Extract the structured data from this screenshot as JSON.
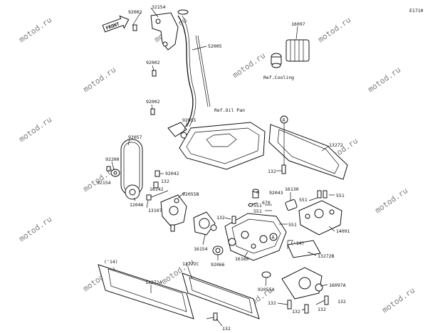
{
  "diagram_code": "E1710",
  "front_label": "FRONT",
  "watermark": "motod.ru",
  "references": {
    "cooling": "Ref.Cooling",
    "oil_pan": "Ref.Oil Pan",
    "year_a": "('14)",
    "year_b": "('14)"
  },
  "callouts": {
    "circle_a1": "A",
    "circle_a2": "A"
  },
  "parts": {
    "p92002a": "92002",
    "p32154": "32154",
    "p52005": "52005",
    "p16097": "16097",
    "p92002b": "92002",
    "p92002c": "92002",
    "p92055": "92055",
    "p92057": "92057",
    "p13272": "13272",
    "p92200": "92200",
    "p92154": "92154",
    "p132a": "132",
    "p92042": "92042",
    "p132b": "132",
    "p16142": "16142",
    "p92055b": "92055B",
    "p12046": "12046",
    "p13107": "13107",
    "p92043": "92043",
    "p16130": "16130",
    "p670": "670",
    "p551a": "551",
    "p551b": "551",
    "p551c": "551",
    "p551d": "551",
    "p132c": "132",
    "p551e": "551",
    "p14091": "14091",
    "p16154": "16154",
    "p16160": "16160",
    "p13272b": "13272B",
    "p13272c": "13272C",
    "p92066": "92066",
    "p13272a": "13272A",
    "p92055a": "92055A",
    "p16097a": "16097A",
    "p132d": "132",
    "p132e": "132",
    "p132f": "132",
    "p132g": "132",
    "p132h": "132"
  }
}
